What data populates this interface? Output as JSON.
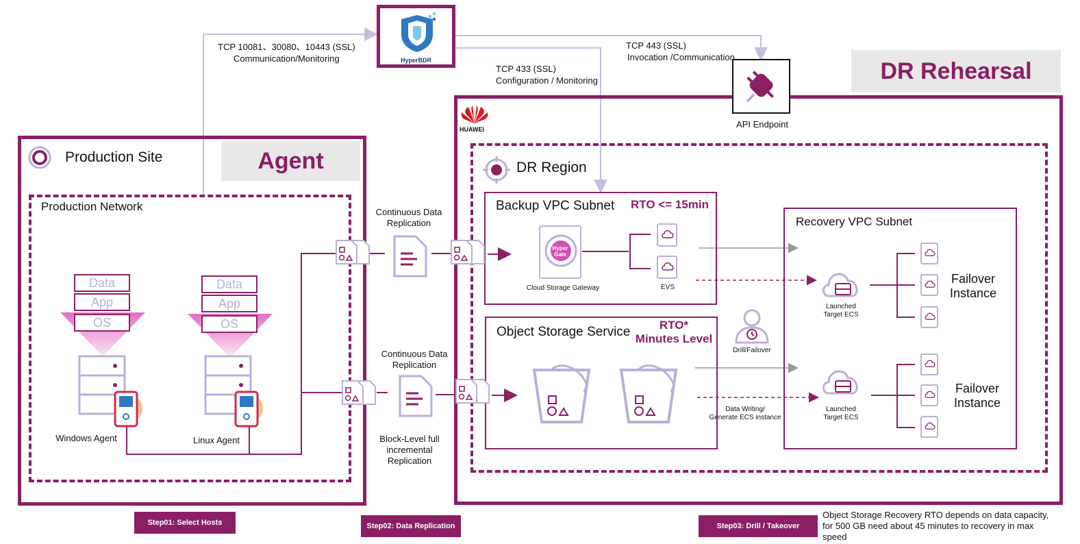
{
  "hyperbdr": {
    "label": "HyperBDR"
  },
  "top_links": {
    "left_ports": "TCP 10081、30080、10443 (SSL)",
    "left_desc": "Communication/Monitoring",
    "mid_ports": "TCP 433 (SSL)",
    "mid_desc": "Configuration / Monitoring",
    "right_ports": "TCP 443 (SSL)",
    "right_desc": "Invocation /Communication"
  },
  "api_endpoint": {
    "label": "API Endpoint"
  },
  "dr_rehearsal": {
    "label": "DR Rehearsal"
  },
  "production": {
    "site_label": "Production Site",
    "agent_tag": "Agent",
    "network_label": "Production Network",
    "stack": [
      "Data",
      "App",
      "OS"
    ],
    "windows_agent": "Windows Agent",
    "linux_agent": "Linux Agent"
  },
  "replication": {
    "top_label_1": "Continuous Data",
    "top_label_2": "Replication",
    "bottom_label_1": "Continuous Data",
    "bottom_label_2": "Replication",
    "block_1": "Block-Level full",
    "block_2": "incremental",
    "block_3": "Replication"
  },
  "huawei": {
    "label": "HUAWEI"
  },
  "dr_region": {
    "label": "DR Region"
  },
  "backup_vpc": {
    "label": "Backup VPC Subnet",
    "rto": "RTO <= 15min",
    "gateway_icon": "Hyper Gate",
    "gateway_label": "Cloud Storage Gateway",
    "evs_label": "EVS"
  },
  "object_storage": {
    "label": "Object Storage Service",
    "rto_1": "RTO*",
    "rto_2": "Minutes Level"
  },
  "drill": {
    "label": "Drill/Failover",
    "writing_1": "Data Writing/",
    "writing_2": "Generate ECS instance"
  },
  "recovery_vpc": {
    "label": "Recovery VPC Subnet",
    "launched_1": "Launched",
    "launched_2": "Target ECS",
    "failover_1": "Failover",
    "failover_2": "Instance"
  },
  "steps": {
    "step1": "Step01: Select Hosts",
    "step2": "Step02: Data Replication",
    "step3": "Step03:  Drill / Takeover"
  },
  "note": {
    "line1": "Object Storage Recovery  RTO depends on data capacity,",
    "line2": "for 500 GB need about 45 minutes to recovery in max",
    "line3": "speed"
  },
  "colors": {
    "brand": "#8a1f63",
    "light": "#b7b0d8",
    "line": "#c4bedf"
  }
}
